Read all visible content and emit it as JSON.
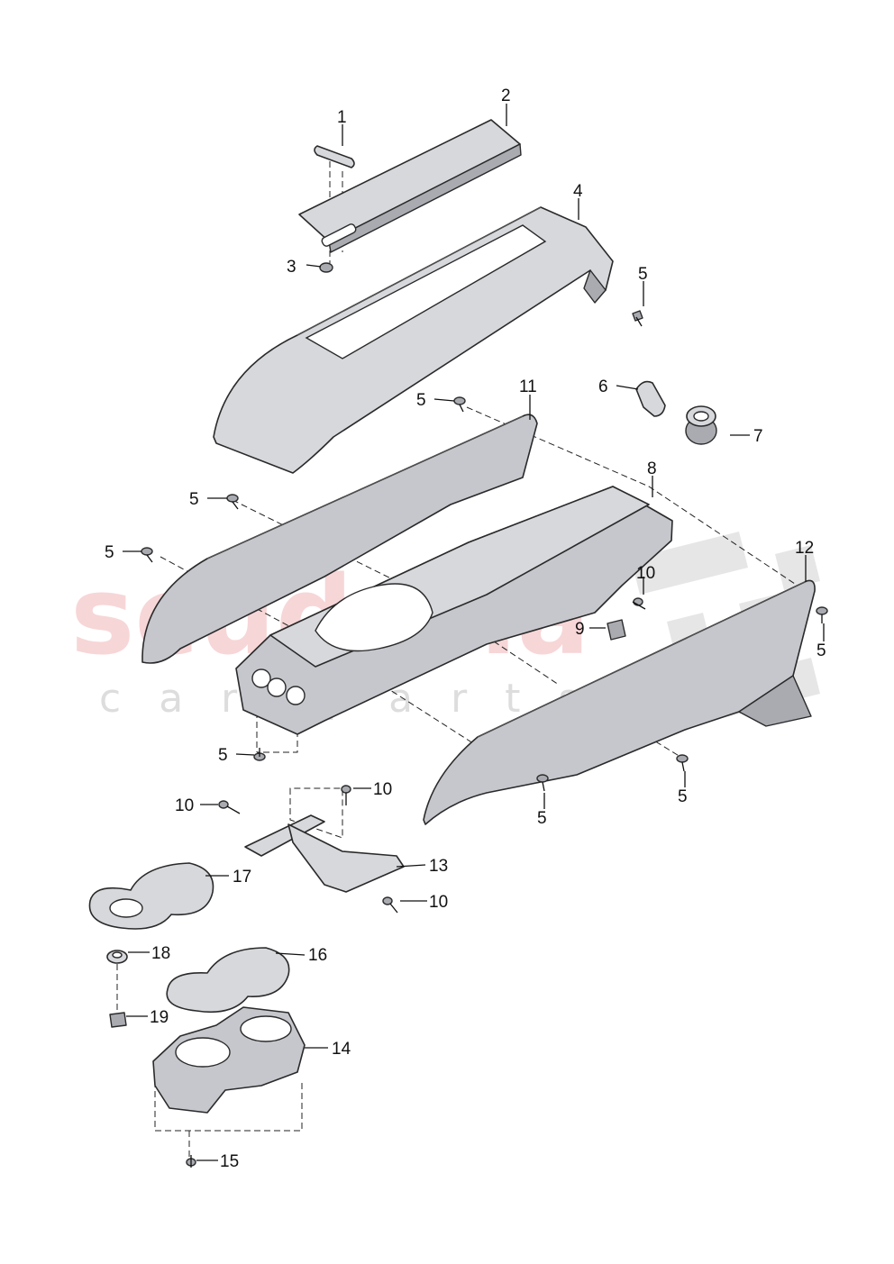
{
  "watermark": {
    "brand": "scuderia",
    "sub": "car parts"
  },
  "labels": [
    {
      "id": "l1",
      "text": "1"
    },
    {
      "id": "l2",
      "text": "2"
    },
    {
      "id": "l3",
      "text": "3"
    },
    {
      "id": "l4",
      "text": "4"
    },
    {
      "id": "l5a",
      "text": "5"
    },
    {
      "id": "l5b",
      "text": "5"
    },
    {
      "id": "l5c",
      "text": "5"
    },
    {
      "id": "l5d",
      "text": "5"
    },
    {
      "id": "l5e",
      "text": "5"
    },
    {
      "id": "l5f",
      "text": "5"
    },
    {
      "id": "l5g",
      "text": "5"
    },
    {
      "id": "l5h",
      "text": "5"
    },
    {
      "id": "l6",
      "text": "6"
    },
    {
      "id": "l7",
      "text": "7"
    },
    {
      "id": "l8",
      "text": "8"
    },
    {
      "id": "l9",
      "text": "9"
    },
    {
      "id": "l10a",
      "text": "10"
    },
    {
      "id": "l10b",
      "text": "10"
    },
    {
      "id": "l10c",
      "text": "10"
    },
    {
      "id": "l10d",
      "text": "10"
    },
    {
      "id": "l11",
      "text": "11"
    },
    {
      "id": "l12",
      "text": "12"
    },
    {
      "id": "l13",
      "text": "13"
    },
    {
      "id": "l14",
      "text": "14"
    },
    {
      "id": "l15",
      "text": "15"
    },
    {
      "id": "l16",
      "text": "16"
    },
    {
      "id": "l17",
      "text": "17"
    },
    {
      "id": "l18",
      "text": "18"
    },
    {
      "id": "l19",
      "text": "19"
    }
  ]
}
